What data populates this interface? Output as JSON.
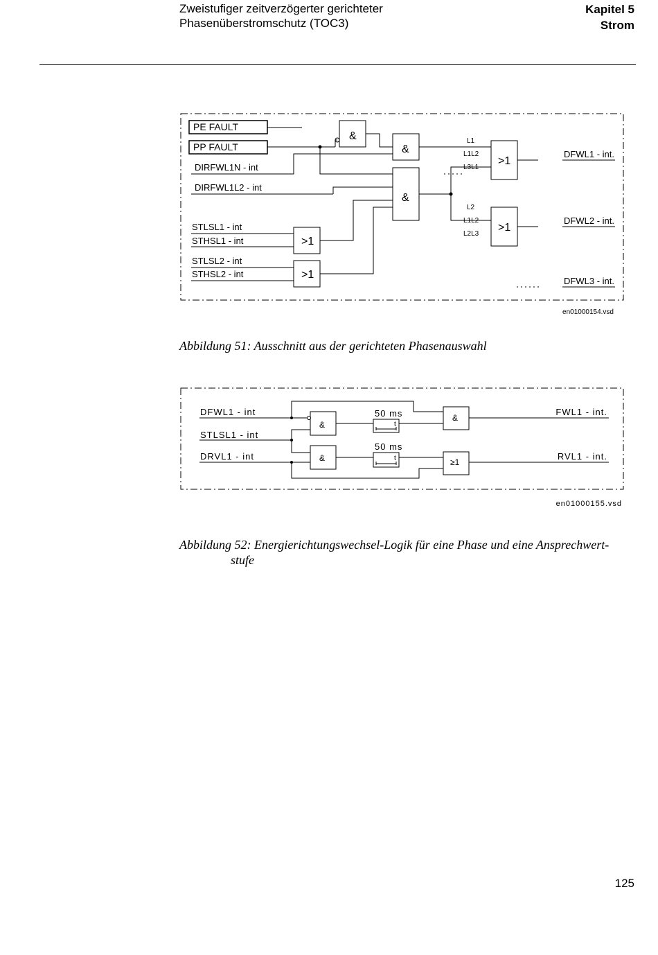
{
  "header": {
    "title_line1": "Zweistufiger zeitverzögerter gerichteter",
    "title_line2": "Phasenüberstromschutz (TOC3)",
    "chapter": "Kapitel 5",
    "chapter_title": "Strom"
  },
  "figure51": {
    "inputs": {
      "pe_fault": "PE FAULT",
      "pp_fault": "PP FAULT",
      "dirfwl1n": "DIRFWL1N - int",
      "dirfwl1l2": "DIRFWL1L2 - int",
      "stlsl1": "STLSL1 - int",
      "sthsl1": "STHSL1 - int",
      "stlsl2": "STLSL2 - int",
      "sthsl2": "STHSL2 - int"
    },
    "gates": {
      "and": "&",
      "or": ">1"
    },
    "signals": {
      "l1": "L1",
      "l1l2_a": "L1L2",
      "l3l1": "L3L1",
      "l2": "L2",
      "l1l2_b": "L1L2",
      "l2l3": "L2L3"
    },
    "outputs": {
      "dfwl1": "DFWL1 - int.",
      "dfwl2": "DFWL2 - int.",
      "dfwl3": "DFWL3 - int."
    },
    "source_file": "en01000154.vsd",
    "caption": "Abbildung 51: Ausschnitt aus der gerichteten Phasenauswahl"
  },
  "figure52": {
    "inputs": {
      "dfwl1": "DFWL1 - int",
      "stlsl1": "STLSL1 - int",
      "drvl1": "DRVL1 - int"
    },
    "gates": {
      "and": "&",
      "or": "≥1"
    },
    "timers": {
      "delay": "50 ms",
      "t": "t"
    },
    "outputs": {
      "fwl1": "FWL1 - int.",
      "rvl1": "RVL1 - int."
    },
    "source_file": "en01000155.vsd",
    "caption_line1": "Abbildung 52: Energierichtungswechsel-Logik für eine Phase und eine Ansprechwert-",
    "caption_line2": "stufe"
  },
  "page_number": "125"
}
